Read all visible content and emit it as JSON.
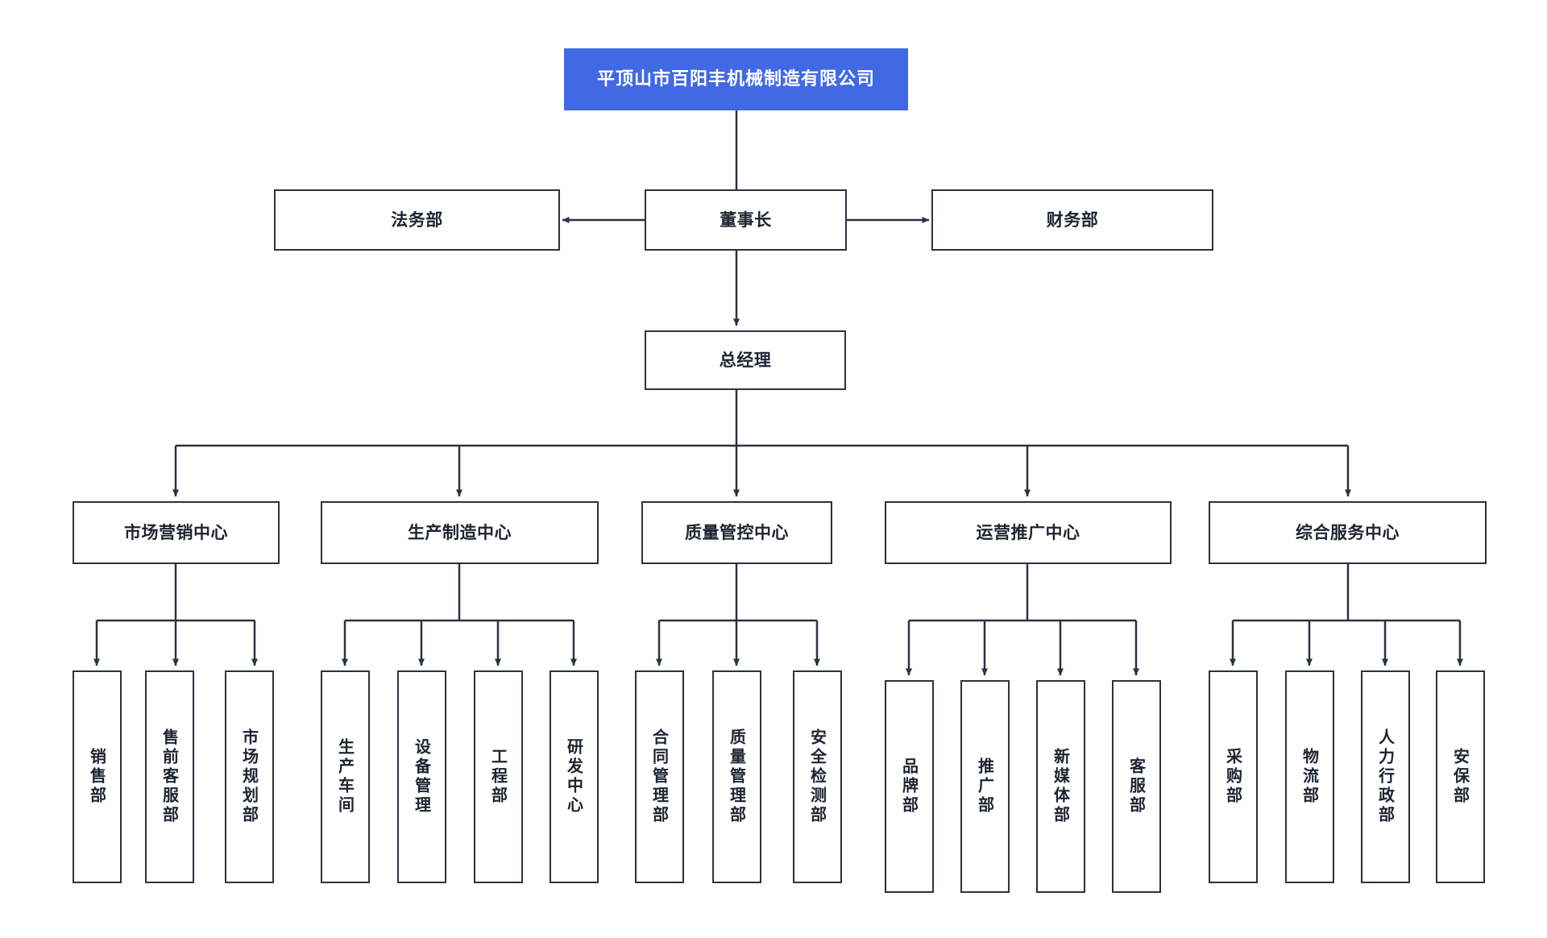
{
  "diagram": {
    "type": "organization-chart",
    "title": "平顶山市百阳丰机械制造有限公司",
    "accent_color": "#4169E5",
    "line_color": "#2b3240",
    "background_color": "#ffffff"
  },
  "root": {
    "label": "平顶山市百阳丰机械制造有限公司"
  },
  "level2": {
    "legal": {
      "label": "法务部"
    },
    "chairman": {
      "label": "董事长"
    },
    "finance": {
      "label": "财务部"
    }
  },
  "level3": {
    "general_manager": {
      "label": "总经理"
    }
  },
  "centers": [
    {
      "label": "市场营销中心",
      "children": [
        {
          "label": "销售部"
        },
        {
          "label": "售前客服部"
        },
        {
          "label": "市场规划部"
        }
      ]
    },
    {
      "label": "生产制造中心",
      "children": [
        {
          "label": "生产车间"
        },
        {
          "label": "设备管理"
        },
        {
          "label": "工程部"
        },
        {
          "label": "研发中心"
        }
      ]
    },
    {
      "label": "质量管控中心",
      "children": [
        {
          "label": "合同管理部"
        },
        {
          "label": "质量管理部"
        },
        {
          "label": "安全检测部"
        }
      ]
    },
    {
      "label": "运营推广中心",
      "children": [
        {
          "label": "品牌部"
        },
        {
          "label": "推广部"
        },
        {
          "label": "新媒体部"
        },
        {
          "label": "客服部"
        }
      ]
    },
    {
      "label": "综合服务中心",
      "children": [
        {
          "label": "采购部"
        },
        {
          "label": "物流部"
        },
        {
          "label": "人力行政部"
        },
        {
          "label": "安保部"
        }
      ]
    }
  ]
}
